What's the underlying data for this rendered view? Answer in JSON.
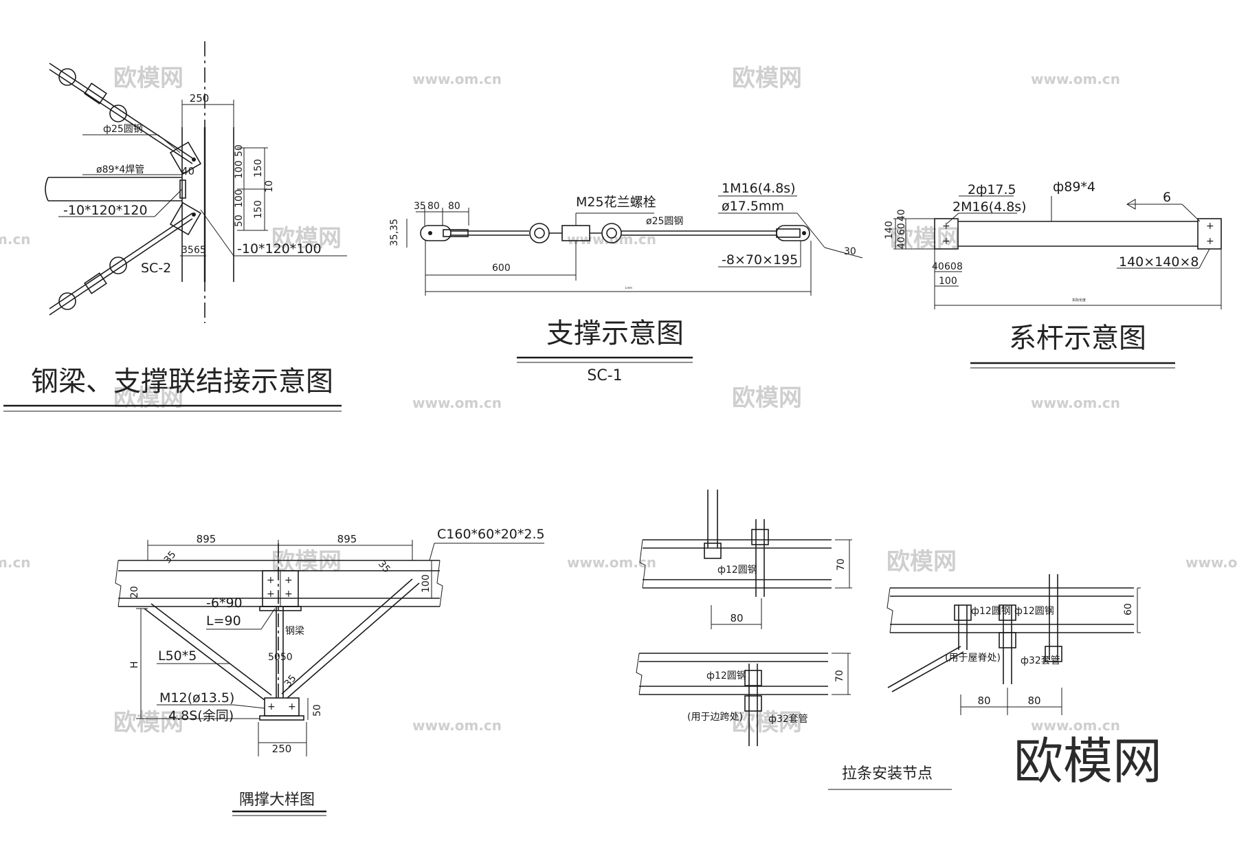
{
  "titles": {
    "joint": "钢梁、支撑联结接示意图",
    "brace": "支撑示意图",
    "brace_code": "SC-1",
    "tie": "系杆示意图",
    "knee": "隅撑大样图",
    "purlin": "拉条安装节点"
  },
  "joint": {
    "rod": "ф25圆钢",
    "pipe": "ø89*4焊管",
    "plate1": "-10*120*120",
    "plate2": "-10*120*100",
    "code": "SC-2",
    "d250": "250",
    "d40": "40",
    "d35": "35",
    "d65": "65",
    "v150a": "150",
    "v150b": "150",
    "v100a": "100",
    "v100b": "100",
    "v50a": "50",
    "v50b": "50",
    "v10": "10"
  },
  "brace": {
    "d35": "35",
    "d80a": "80",
    "d80b": "80",
    "v3535": "35,35",
    "turnbuckle": "M25花兰螺栓",
    "rod": "ø25圆钢",
    "bolt": "1M16(4.8s)",
    "hole": "ø17.5mm",
    "plate": "-8×70×195",
    "d30": "30",
    "d600": "600",
    "total": "Lmm"
  },
  "tie": {
    "holes": "2ф17.5",
    "bolts": "2M16(4.8s)",
    "pipe": "ф89*4",
    "weld": "6",
    "plate": "140×140×8",
    "v140": "140",
    "v40a": "40",
    "v60": "60",
    "v40b": "40",
    "h40": "40",
    "h60": "60",
    "h8": "8",
    "h100": "100",
    "total": "实际长度"
  },
  "knee": {
    "d895a": "895",
    "d895b": "895",
    "purlin": "C160*60*20*2.5",
    "d35a": "35",
    "d35b": "35",
    "d35c": "35",
    "d100": "100",
    "d20": "20",
    "plate": "-6*90",
    "plateL": "L=90",
    "beam": "钢梁",
    "angle": "L50*5",
    "d5050": "5050",
    "H": "H",
    "bolt": "M12(ø13.5)",
    "grade": "4.8S(余同)",
    "d50": "50",
    "d250": "250"
  },
  "purlin": {
    "rod1": "ф12圆钢",
    "d70a": "70",
    "d80a": "80",
    "rod2": "ф12圆钢",
    "d70b": "70",
    "note1": "(用于边跨处)",
    "sleeve1": "ф32套管",
    "rod3a": "ф12圆钢",
    "rod3b": "ф12圆钢",
    "d60": "60",
    "note2": "(用于屋脊处)",
    "sleeve2": "ф32套管",
    "d80b": "80",
    "d80c": "80"
  },
  "watermarks": {
    "cn": "欧模网",
    "url": "www.om.cn",
    "url_part": "m.cn",
    "logo": "欧模网"
  }
}
